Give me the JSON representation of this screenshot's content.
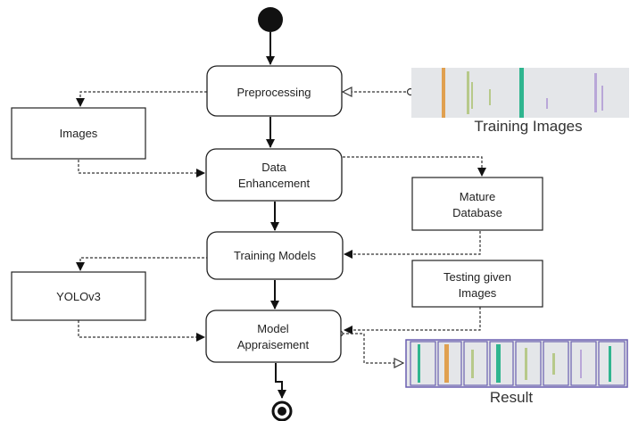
{
  "diagram": {
    "nodes": {
      "preprocessing": "Preprocessing",
      "data_enhancement": [
        "Data",
        "Enhancement"
      ],
      "training_models": "Training Models",
      "model_appraisement": [
        "Model",
        "Appraisement"
      ],
      "images": "Images",
      "yolov3": "YOLOv3",
      "mature_database": [
        "Mature",
        "Database"
      ],
      "testing_given_images": [
        "Testing given",
        "Images"
      ]
    },
    "captions": {
      "training_images": "Training Images",
      "result": "Result"
    },
    "strip_colors": {
      "background": "#e4e6e9",
      "accents": [
        "#e0a050",
        "#b7c98a",
        "#2fb58f",
        "#b9a7d8"
      ],
      "result_frame": "#6a5fb0"
    }
  }
}
